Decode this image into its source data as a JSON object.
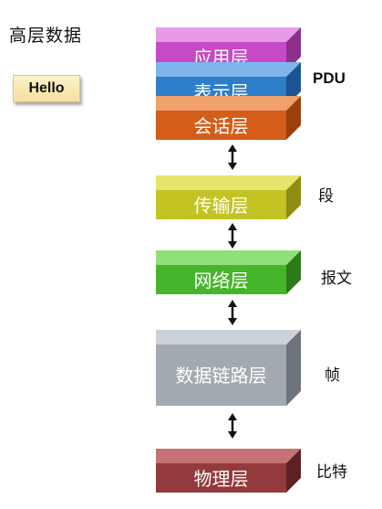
{
  "title": "高层数据",
  "hello_box": "Hello",
  "layers": [
    {
      "name": "应用层",
      "color": "#c64ac6"
    },
    {
      "name": "表示层",
      "color": "#2c7ec9"
    },
    {
      "name": "会话层",
      "color": "#d45d1a"
    },
    {
      "name": "传输层",
      "color": "#c3c323"
    },
    {
      "name": "网络层",
      "color": "#47b52c"
    },
    {
      "name": "数据链路层",
      "color": "#a2a9b1"
    },
    {
      "name": "物理层",
      "color": "#933a3d"
    }
  ],
  "pdu_labels": {
    "pdu": "PDU",
    "segment": "段",
    "packet": "报文",
    "frame": "帧",
    "bit": "比特"
  }
}
